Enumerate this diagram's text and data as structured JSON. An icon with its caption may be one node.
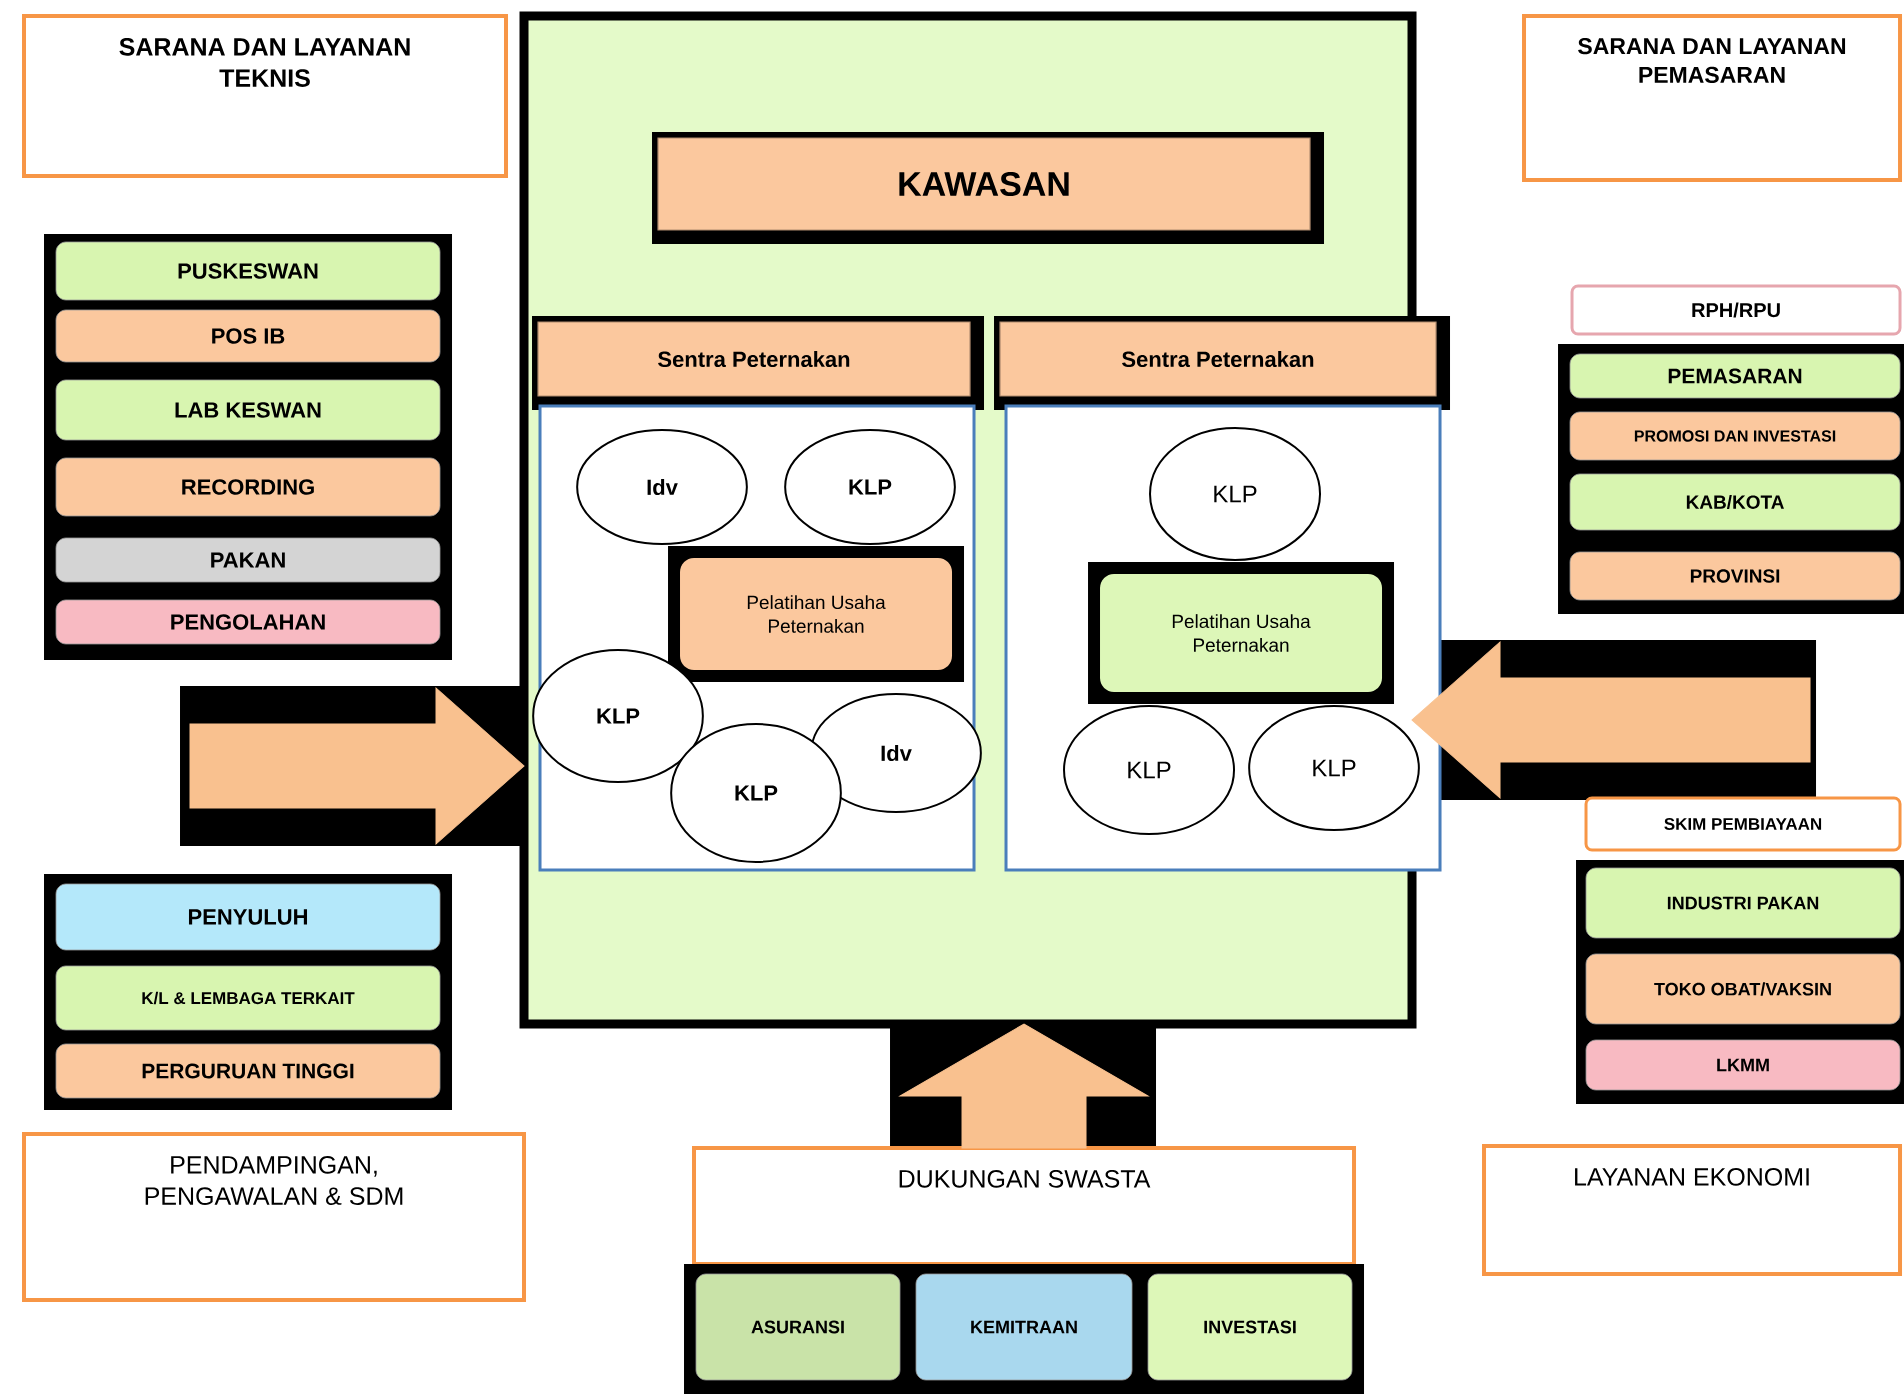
{
  "diagram": {
    "nodes": [
      {
        "text": [
          "SARANA DAN LAYANAN TEKNIS"
        ]
      },
      {
        "text": [],
        "shape": "box"
      },
      {
        "text": [
          "KAWASAN"
        ],
        "in": 1
      },
      {
        "text": [
          "Sentra Peternakan"
        ],
        "in": 1
      },
      {
        "text": [],
        "shape": "box",
        "in": 1
      },
      {
        "text": [
          "Idv"
        ],
        "in": 4
      },
      {
        "text": [
          "KLP"
        ],
        "in": 4
      },
      {
        "text": [
          "Pelatihan Usaha Peternakan"
        ],
        "in": 4
      },
      {
        "text": [
          "KLP"
        ],
        "in": 4
      },
      {
        "text": [
          "Idv"
        ],
        "in": 4
      },
      {
        "text": [
          "KLP"
        ],
        "in": 4
      },
      {
        "text": [
          "Sentra Peternakan"
        ],
        "in": 1
      },
      {
        "text": [],
        "shape": "box",
        "in": 1
      },
      {
        "text": [
          "KLP"
        ],
        "in": 12
      },
      {
        "text": [
          "Pelatihan Usaha Peternakan"
        ],
        "in": 12
      },
      {
        "text": [
          "KLP"
        ],
        "in": 12
      },
      {
        "text": [
          "KLP"
        ],
        "in": 12
      },
      {
        "text": [
          "SARANA DAN LAYANAN PEMASARAN"
        ]
      },
      {
        "text": [],
        "shape": "box"
      },
      {
        "text": [
          "PUSKESWAN"
        ],
        "in": 18
      },
      {
        "text": [
          "POS IB"
        ],
        "in": 18
      },
      {
        "text": [
          "LAB KESWAN"
        ],
        "in": 18
      },
      {
        "text": [
          "RECORDING"
        ],
        "in": 18
      },
      {
        "text": [
          "PAKAN"
        ],
        "in": 18
      },
      {
        "text": [
          "PENGOLAHAN"
        ],
        "in": 18
      },
      {
        "text": [
          "RPH/RPU"
        ]
      },
      {
        "text": [],
        "shape": "box"
      },
      {
        "text": [
          "PEMASARAN"
        ],
        "in": 26
      },
      {
        "text": [
          "PROMOSI DAN INVESTASI"
        ],
        "in": 26
      },
      {
        "text": [
          "KAB/KOTA"
        ],
        "in": 26
      },
      {
        "text": [
          "PROVINSI"
        ],
        "in": 26
      },
      {
        "text": [],
        "shape": "box"
      },
      {
        "text": [
          "PENYULUH"
        ],
        "in": 31
      },
      {
        "text": [
          "K/L & LEMBAGA TERKAIT"
        ],
        "in": 31
      },
      {
        "text": [
          "PERGURUAN TINGGI"
        ],
        "in": 31
      },
      {
        "text": [
          "SKIM PEMBIAYAAN"
        ]
      },
      {
        "text": [],
        "shape": "box"
      },
      {
        "text": [
          "INDUSTRI PAKAN"
        ],
        "in": 36
      },
      {
        "text": [
          "TOKO OBAT/VAKSIN"
        ],
        "in": 36
      },
      {
        "text": [
          "LKMM"
        ],
        "in": 36
      },
      {
        "text": [
          "PENDAMPINGAN, PENGAWALAN & SDM"
        ]
      },
      {
        "text": [
          "DUKUNGAN SWASTA"
        ]
      },
      {
        "text": [
          "LAYANAN EKONOMI"
        ]
      },
      {
        "text": [],
        "shape": "box"
      },
      {
        "text": [
          "ASURANSI"
        ],
        "in": 43
      },
      {
        "text": [
          "KEMITRAAN"
        ],
        "in": 43
      },
      {
        "text": [
          "INVESTASI"
        ],
        "in": 43
      }
    ],
    "edges": [
      {
        "from": null,
        "to": 1,
        "arrow": "to"
      },
      {
        "from": null,
        "to": 1,
        "arrow": "to"
      },
      {
        "from": 41,
        "to": 1,
        "arrow": "to"
      }
    ]
  }
}
